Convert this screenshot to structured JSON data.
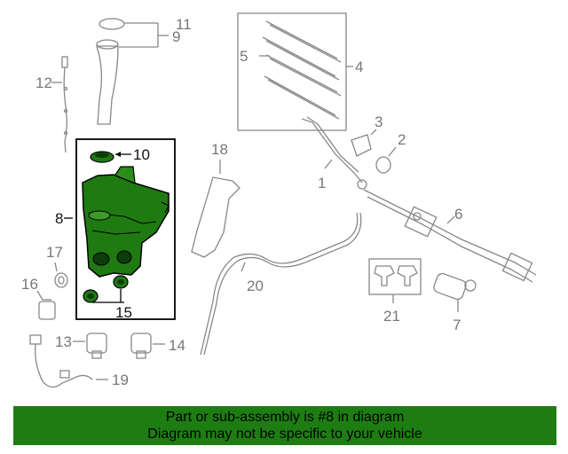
{
  "callouts": {
    "n1": "1",
    "n2": "2",
    "n3": "3",
    "n4": "4",
    "n5": "5",
    "n6": "6",
    "n7": "7",
    "n8": "8",
    "n9": "9",
    "n10": "10",
    "n11": "11",
    "n12": "12",
    "n13": "13",
    "n14": "14",
    "n15": "15",
    "n16": "16",
    "n17": "17",
    "n18": "18",
    "n19": "19",
    "n20": "20",
    "n21": "21"
  },
  "banner": {
    "line1": "Part or sub-assembly is #8 in diagram",
    "line2": "Diagram may not be specific to your vehicle"
  },
  "colors": {
    "banner_bg": "#1e7d12",
    "highlight": "#1f7a12",
    "line_art": "#888888"
  }
}
